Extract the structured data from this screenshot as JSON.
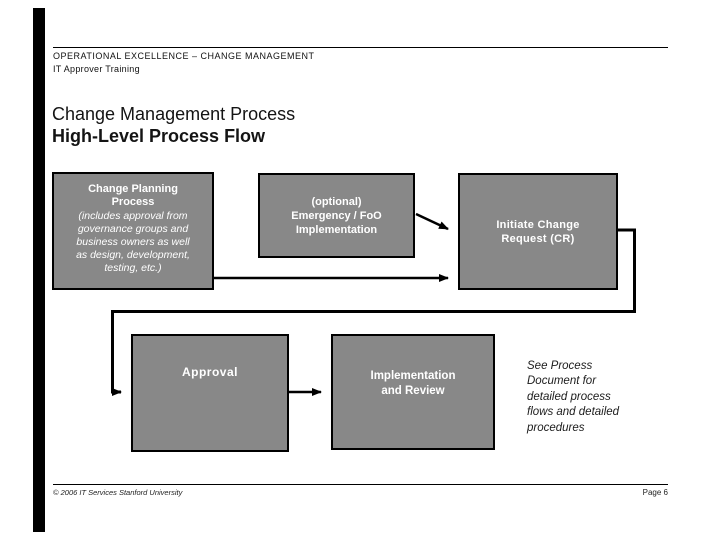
{
  "header": {
    "eyebrow": "OPERATIONAL EXCELLENCE – CHANGE MANAGEMENT",
    "subtitle": "IT Approver Training"
  },
  "title": {
    "line1": "Change Management Process",
    "line2": "High-Level Process Flow"
  },
  "diagram": {
    "planning_box": {
      "title_lines": [
        "Change Planning",
        "Process"
      ],
      "detail_lines": [
        "(includes approval from",
        "governance groups and",
        "business owners as well",
        "as design, development,",
        "testing, etc.)"
      ]
    },
    "emergency_box": {
      "lines": [
        "(optional)",
        "Emergency / FoO",
        "Implementation"
      ]
    },
    "initiate_box": {
      "lines": [
        "Initiate Change",
        "Request (CR)"
      ]
    },
    "approval_box": {
      "label": "Approval"
    },
    "implementation_box": {
      "lines": [
        "Implementation",
        "and Review"
      ]
    },
    "note_lines": [
      "See Process",
      "Document for",
      "detailed process",
      "flows and detailed",
      "procedures"
    ]
  },
  "footer": {
    "copyright": "© 2006 IT Services Stanford University",
    "page": "Page 6"
  },
  "colors": {
    "box_fill": "#888888",
    "box_border": "#000000",
    "box_text": "#ffffff",
    "accent_bar": "#000000",
    "connector": "#000000"
  }
}
